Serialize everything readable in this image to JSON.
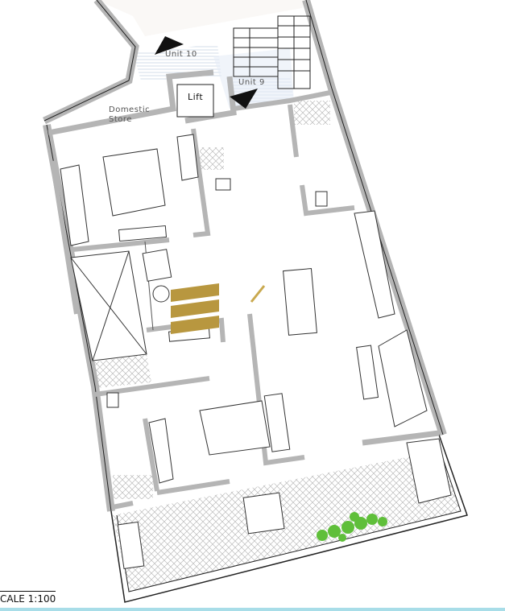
{
  "labels": {
    "unit10": "Unit 10",
    "unit9": "Unit 9",
    "lift": "Lift",
    "domestic_store_line1": "Domestic",
    "domestic_store_line2": "Store"
  },
  "scale": "CALE 1:100",
  "colors": {
    "wall": "#b5b5b5",
    "landing": "#dde7f2",
    "logo": "#b8973f",
    "plants": "#5fbf3a",
    "bottom_bar": "#a8dde8"
  }
}
